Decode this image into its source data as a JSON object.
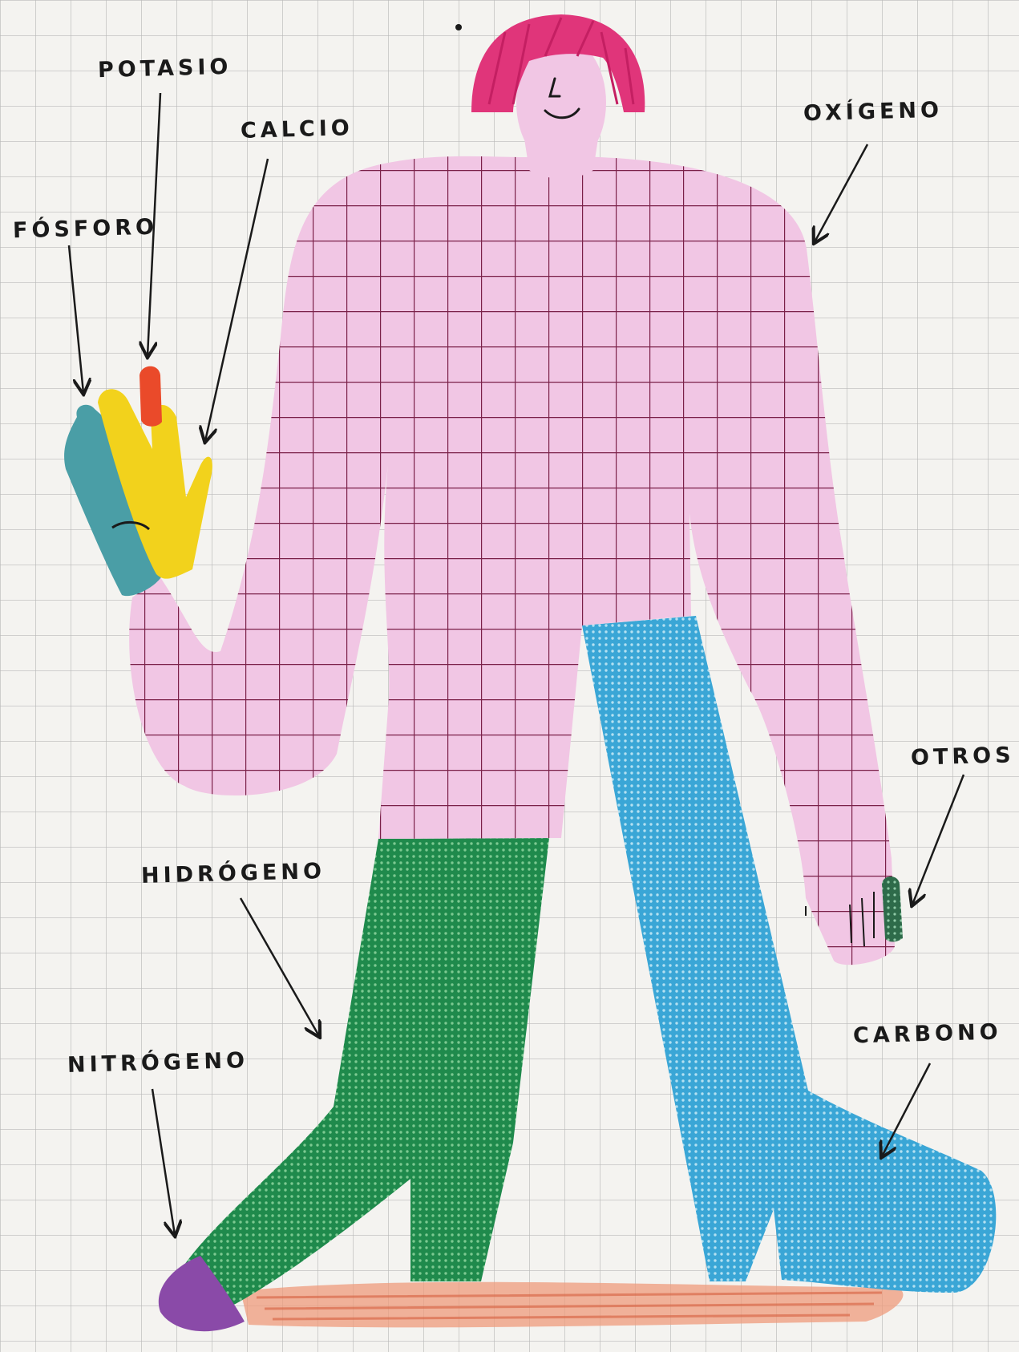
{
  "labels": {
    "potasio": "POTASIO",
    "calcio": "CALCIO",
    "fosforo": "FÓSFORO",
    "oxigeno": "OXÍGENO",
    "otros": "OTROS",
    "hidrogeno": "HIDRÓGENO",
    "nitrogeno": "NITRÓGENO",
    "carbono": "CARBONO"
  },
  "colors": {
    "paper": "#f4f3f0",
    "paper_grid": "#b9b9b9",
    "hair": "#e0357a",
    "body": "#f1c6e4",
    "body_grid": "#7a2048",
    "green_leg": "#1f8a4c",
    "blue_leg": "#3aa6d6",
    "teal_finger": "#4a9ea6",
    "yellow_finger": "#f2d21c",
    "red_finger": "#ea4a2a",
    "purple_toe": "#8a4aa8",
    "otros_finger": "#2e6b4a",
    "ground": "#e48a6a"
  }
}
